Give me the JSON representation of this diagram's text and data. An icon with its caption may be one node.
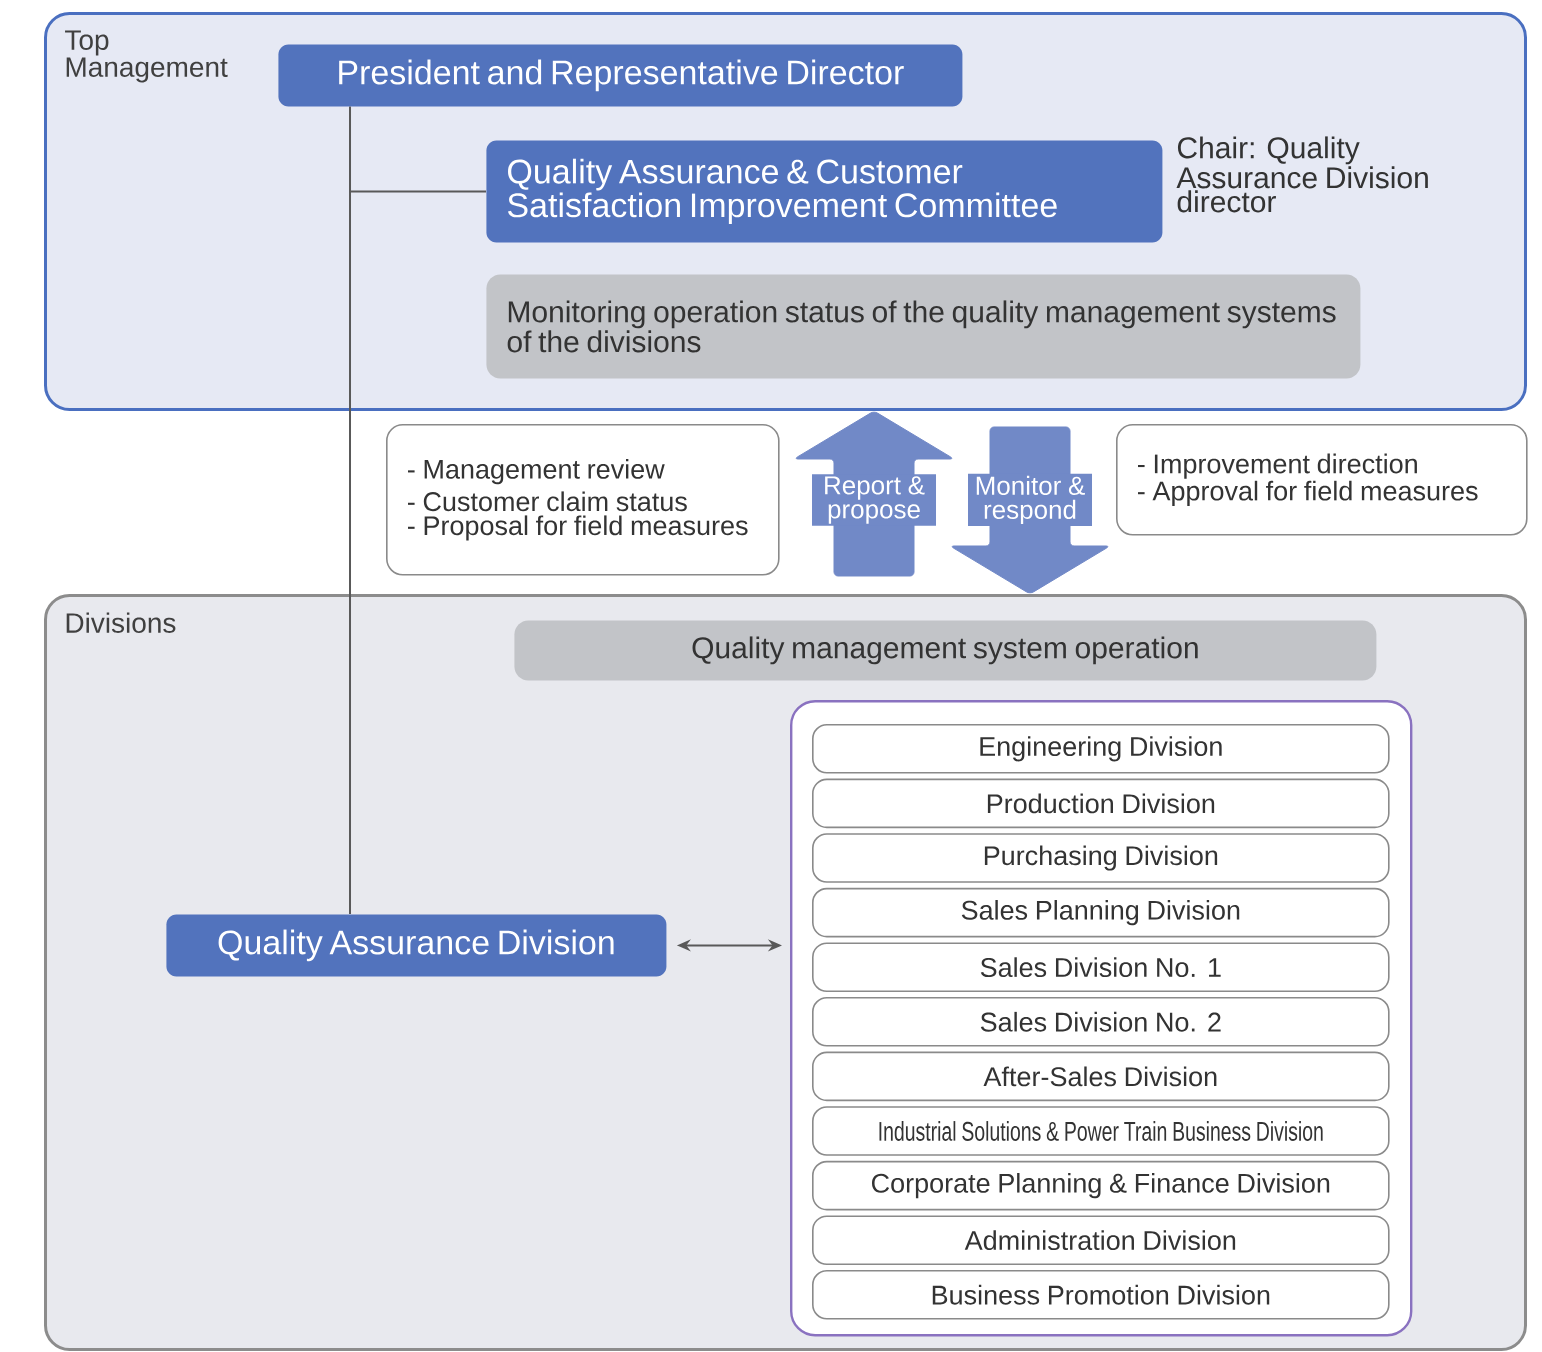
{
  "diagram": {
    "nodes": [
      {
        "text": [
          "Top Management"
        ]
      },
      {
        "text": [
          "President and Representative Director"
        ],
        "in": 0
      },
      {
        "text": [
          "Quality Assurance & Customer Satisfaction Improvement Committee"
        ],
        "in": 0,
        "beside": [
          "Chair: Quality Assurance Division director"
        ]
      },
      {
        "text": [
          "Monitoring operation status of the quality management systems of the divisions"
        ],
        "in": 0
      },
      {
        "text": [
          "- Management review",
          "- Customer claim status",
          "- Proposal for field measures"
        ]
      },
      {
        "text": [
          "- Improvement direction",
          "- Approval for field measures"
        ]
      },
      {
        "text": [
          "Divisions"
        ]
      },
      {
        "text": [
          "Quality management system operation"
        ],
        "in": 6
      },
      {
        "text": [
          "Quality Assurance Division"
        ],
        "in": 6
      },
      {
        "text": [],
        "shape": "box",
        "in": 6
      },
      {
        "text": [
          "Engineering Division"
        ],
        "in": 9
      },
      {
        "text": [
          "Production Division"
        ],
        "in": 9
      },
      {
        "text": [
          "Purchasing Division"
        ],
        "in": 9
      },
      {
        "text": [
          "Sales Planning Division"
        ],
        "in": 9
      },
      {
        "text": [
          "Sales Division No. 1"
        ],
        "in": 9
      },
      {
        "text": [
          "Sales Division No. 2"
        ],
        "in": 9
      },
      {
        "text": [
          "After-Sales Division"
        ],
        "in": 9
      },
      {
        "text": [
          "Industrial Solutions & Power Train Business Division"
        ],
        "in": 9
      },
      {
        "text": [
          "Corporate Planning & Finance Division"
        ],
        "in": 9
      },
      {
        "text": [
          "Administration Division"
        ],
        "in": 9
      },
      {
        "text": [
          "Business Promotion Division"
        ],
        "in": 9
      }
    ],
    "edges": [
      {
        "from": 1,
        "to": 2,
        "arrow": "none"
      },
      {
        "from": 1,
        "to": 8,
        "arrow": "none"
      },
      {
        "from": 6,
        "to": 0,
        "arrow": "to",
        "label": "Report & propose",
        "style": "thick",
        "color": "#7189c7"
      },
      {
        "from": 0,
        "to": 6,
        "arrow": "to",
        "label": "Monitor & respond",
        "style": "thick",
        "color": "#7189c7"
      },
      {
        "from": 8,
        "to": 9,
        "arrow": "both"
      }
    ]
  }
}
